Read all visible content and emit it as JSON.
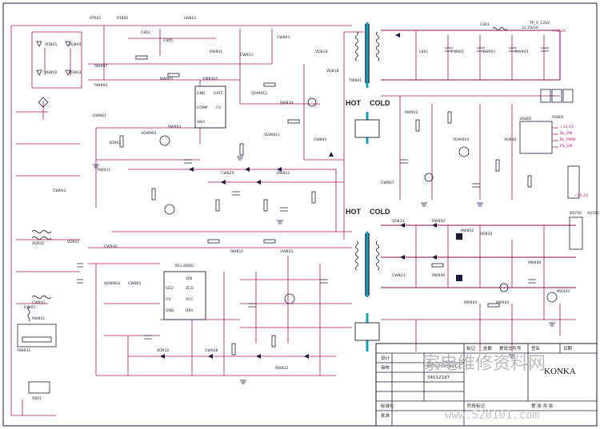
{
  "colors": {
    "wire": "#b0125f",
    "component": "#1b1b40",
    "isolation": "#1aa0b8",
    "watermark": "#b9b9b9"
  },
  "sections": {
    "hot_top": "HOT",
    "cold_top": "COLD",
    "hot_mid": "HOT",
    "cold_mid": "COLD"
  },
  "outputs": {
    "rail_12v": "12.2V/3A",
    "rail_12v_a": "+12.2V",
    "rail_12v_b": "+12.2V",
    "tp_v12": "TP_V_12V2"
  },
  "connectors": {
    "xs750": "XS750",
    "xs801": "XS801"
  },
  "ics": {
    "ic1": {
      "part": "EM8505",
      "pins": [
        "GND",
        "GATE",
        "COMP",
        "CS",
        "SNO"
      ]
    },
    "ic2": {
      "part": "NCL30082",
      "pins": [
        "VIN",
        "SCD",
        "CS",
        "GND",
        "ZCD",
        "VCC",
        "DRV"
      ]
    }
  },
  "signals": [
    "+12.2V",
    "BL_ON",
    "BL_PWM",
    "PS_ON"
  ],
  "parts": [
    "RT601",
    "VD801",
    "VD804",
    "VD802",
    "VD803",
    "C802",
    "RT802",
    "LW801",
    "C805",
    "RW801",
    "CW801",
    "VD819",
    "VD818",
    "TW801",
    "RW907",
    "RW802",
    "DW801",
    "NW801",
    "VDW812",
    "RW834",
    "CW911",
    "VDW811",
    "CW841",
    "VD901",
    "VDW901",
    "RW911",
    "RW903",
    "CW825",
    "RW812",
    "RW811",
    "VW821",
    "CW903",
    "VD931",
    "VD932",
    "RW931",
    "CW931",
    "C841",
    "L801",
    "FW801",
    "LW901",
    "RW905",
    "RW903",
    "CW907",
    "VDW819",
    "VD830",
    "VD833",
    "RW850",
    "RW852",
    "VD834",
    "CW823",
    "RW946",
    "RW944",
    "RW943",
    "RW940",
    "RW943",
    "VDW863",
    "CW863",
    "VD932",
    "CW928",
    "RW822",
    "RT801",
    "RW801",
    "X801",
    "CW930",
    "XS750",
    "XS801"
  ],
  "title_block": {
    "rows": [
      "设计",
      "审核",
      "标准化",
      "批准",
      "标记",
      "处数",
      "更改文件号",
      "签名",
      "日期"
    ],
    "model": "KIT-L07X561C1",
    "doc_no": "34012197",
    "brand": "KONKA",
    "stage_label": "阶段标记",
    "sheet_label": "第 张 共 张"
  },
  "watermark": {
    "text": "家电维修资料网",
    "url": "www.520101.com"
  }
}
